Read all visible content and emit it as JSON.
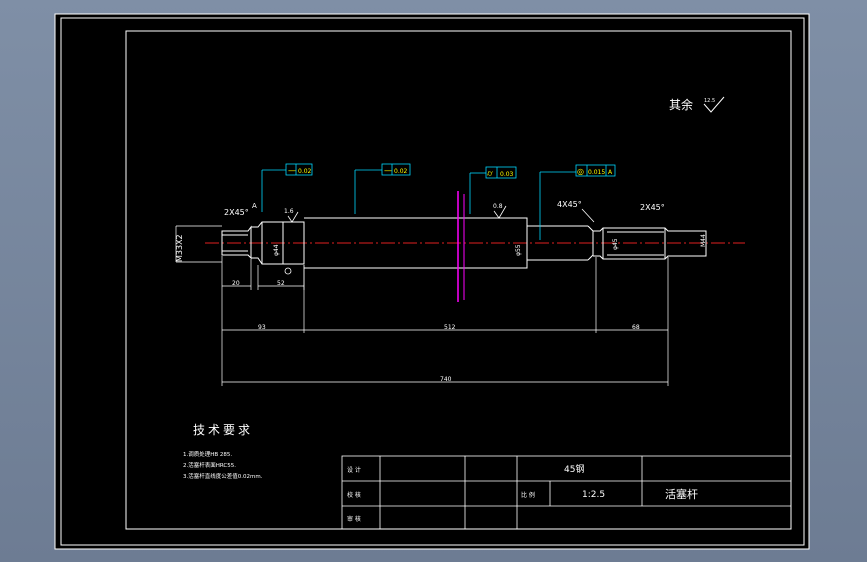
{
  "colors": {
    "background": "#7d8ca3",
    "sheet": "#000000",
    "line": "#ffffff",
    "centerline": "#e02020",
    "plane": "#ff00ff",
    "callout": "#00d8ff",
    "symbol_text": "#ffff00"
  },
  "drawing": {
    "roughness_note": "其余",
    "roughness_value": "12.5",
    "chamfers": {
      "left": "2X45°",
      "mid": "4X45°",
      "right": "2X45°"
    },
    "surface_finish": {
      "a": "1.6",
      "b": "0.8"
    },
    "diameters": {
      "left_thread": "M33X2",
      "d1": "φ44",
      "d2": "φ55",
      "d3": "φ45",
      "right_thread": "M44"
    },
    "tolerance_frames": [
      {
        "symbol": "—",
        "value": "0.02"
      },
      {
        "symbol": "—",
        "value": "0.02"
      },
      {
        "symbol": "⌭",
        "value": "0.03"
      },
      {
        "symbol": "◎",
        "value": "0.015",
        "datum": "A"
      }
    ],
    "datum_label": "A",
    "dimensions": {
      "d20": "20",
      "d52": "52",
      "d93": "93",
      "d512": "512",
      "d68": "68",
      "d740": "740"
    }
  },
  "notes": {
    "title": "技术要求",
    "items": [
      "1.调质处理HB 285.",
      "2.活塞杆表面HRC55.",
      "3.活塞杆直线度公差值0.02mm."
    ]
  },
  "title_block": {
    "design_label": "设 计",
    "check_label": "校 核",
    "review_label": "审 核",
    "material": "45钢",
    "scale_label": "比 例",
    "scale": "1:2.5",
    "part_name": "活塞杆"
  }
}
